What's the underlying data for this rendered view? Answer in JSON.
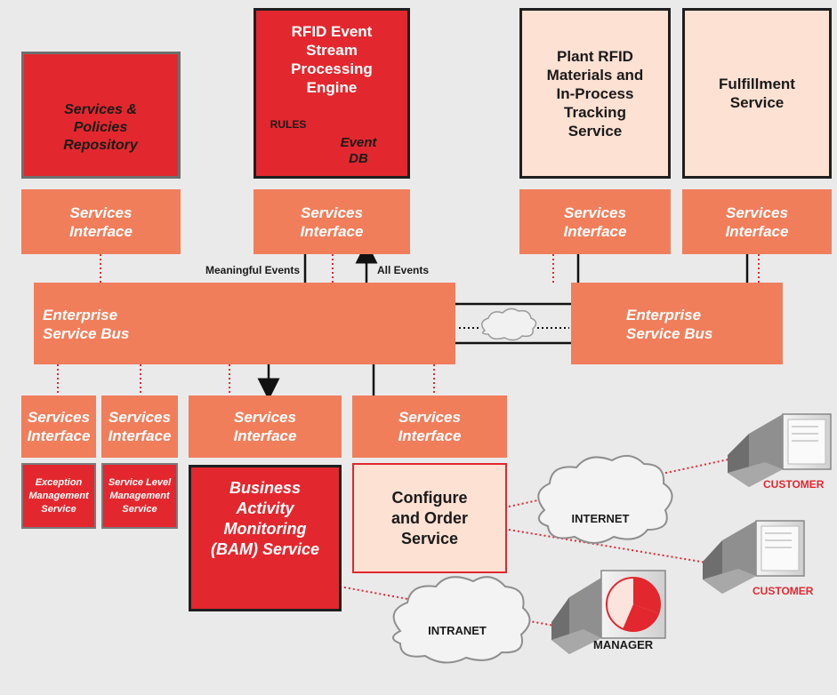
{
  "repository": {
    "line1": "Services &",
    "line2": "Policies",
    "line3": "Repository"
  },
  "engine": {
    "line1": "RFID Event",
    "line2": "Stream",
    "line3": "Processing",
    "line4": "Engine",
    "rules": "RULES",
    "db1": "Event",
    "db2": "DB"
  },
  "plant": {
    "line1": "Plant RFID",
    "line2": "Materials and",
    "line3": "In-Process",
    "line4": "Tracking",
    "line5": "Service"
  },
  "fulfillment": {
    "line1": "Fulfillment",
    "line2": "Service"
  },
  "si": {
    "line1": "Services",
    "line2": "Interface"
  },
  "esb": {
    "line1": "Enterprise",
    "line2": "Service Bus"
  },
  "arrows": {
    "meaningful": "Meaningful Events",
    "all": "All Events"
  },
  "exception": {
    "line1": "Exception",
    "line2": "Management",
    "line3": "Service"
  },
  "service_level": {
    "line1": "Service Level",
    "line2": "Management",
    "line3": "Service"
  },
  "bam": {
    "line1": "Business",
    "line2": "Activity",
    "line3": "Monitoring",
    "line4": "(BAM) Service"
  },
  "configure": {
    "line1": "Configure",
    "line2": "and Order",
    "line3": "Service"
  },
  "clouds": {
    "internet": "INTERNET",
    "intranet": "INTRANET"
  },
  "clients": {
    "customer1": "CUSTOMER",
    "customer2": "CUSTOMER",
    "manager": "MANAGER"
  },
  "colors": {
    "red": "#e2282e",
    "salmon": "#f07e5b",
    "pink": "#fde1d3",
    "background": "#ebeaeb"
  }
}
